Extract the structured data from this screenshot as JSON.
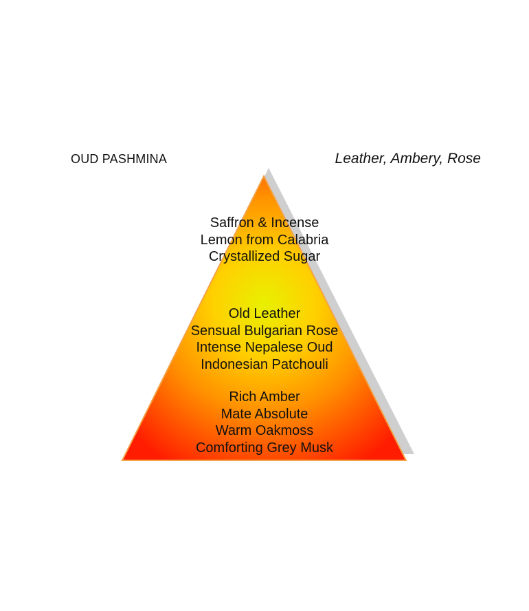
{
  "header": {
    "name": "OUD PASHMINA",
    "family": "Leather, Ambery, Rose"
  },
  "pyramid": {
    "top_notes": [
      "Saffron & Incense",
      "Lemon from Calabria",
      "Crystallized Sugar"
    ],
    "heart_notes": [
      "Old Leather",
      "Sensual Bulgarian Rose",
      "Intense Nepalese Oud",
      "Indonesian Patchouli"
    ],
    "base_notes": [
      "Rich Amber",
      "Mate Absolute",
      "Warm Oakmoss",
      "Comforting Grey Musk"
    ]
  },
  "colors": {
    "shadow": "#c8c8c8",
    "center": "#e8f000",
    "mid": "#ffb000",
    "edge": "#ff1c00",
    "outline": "#f2a23b"
  }
}
